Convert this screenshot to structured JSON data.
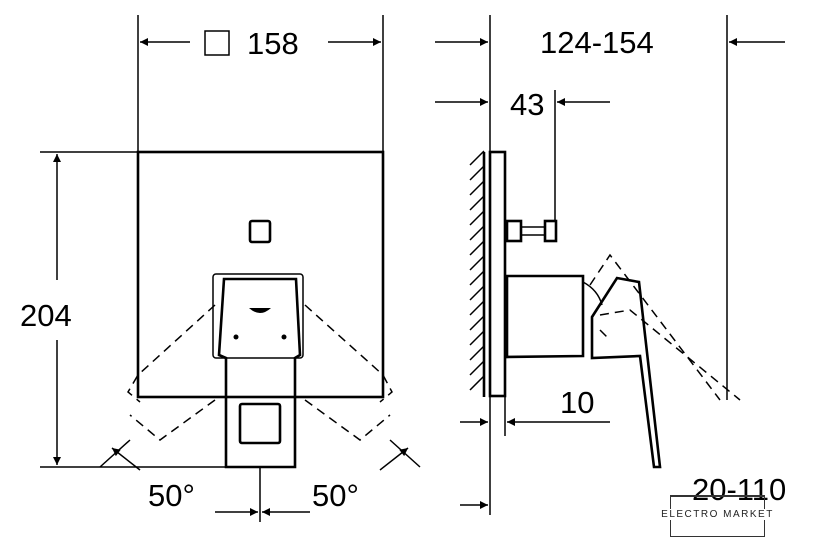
{
  "dimensions": {
    "width_symbol": "□",
    "width": "158",
    "height": "204",
    "depth_range": "124-154",
    "stem_depth": "43",
    "plate_offset": "10",
    "angle_left": "50°",
    "angle_right": "50°",
    "lever_range": "20-110"
  },
  "watermark": {
    "brand": "ELECTRO MARKET"
  }
}
